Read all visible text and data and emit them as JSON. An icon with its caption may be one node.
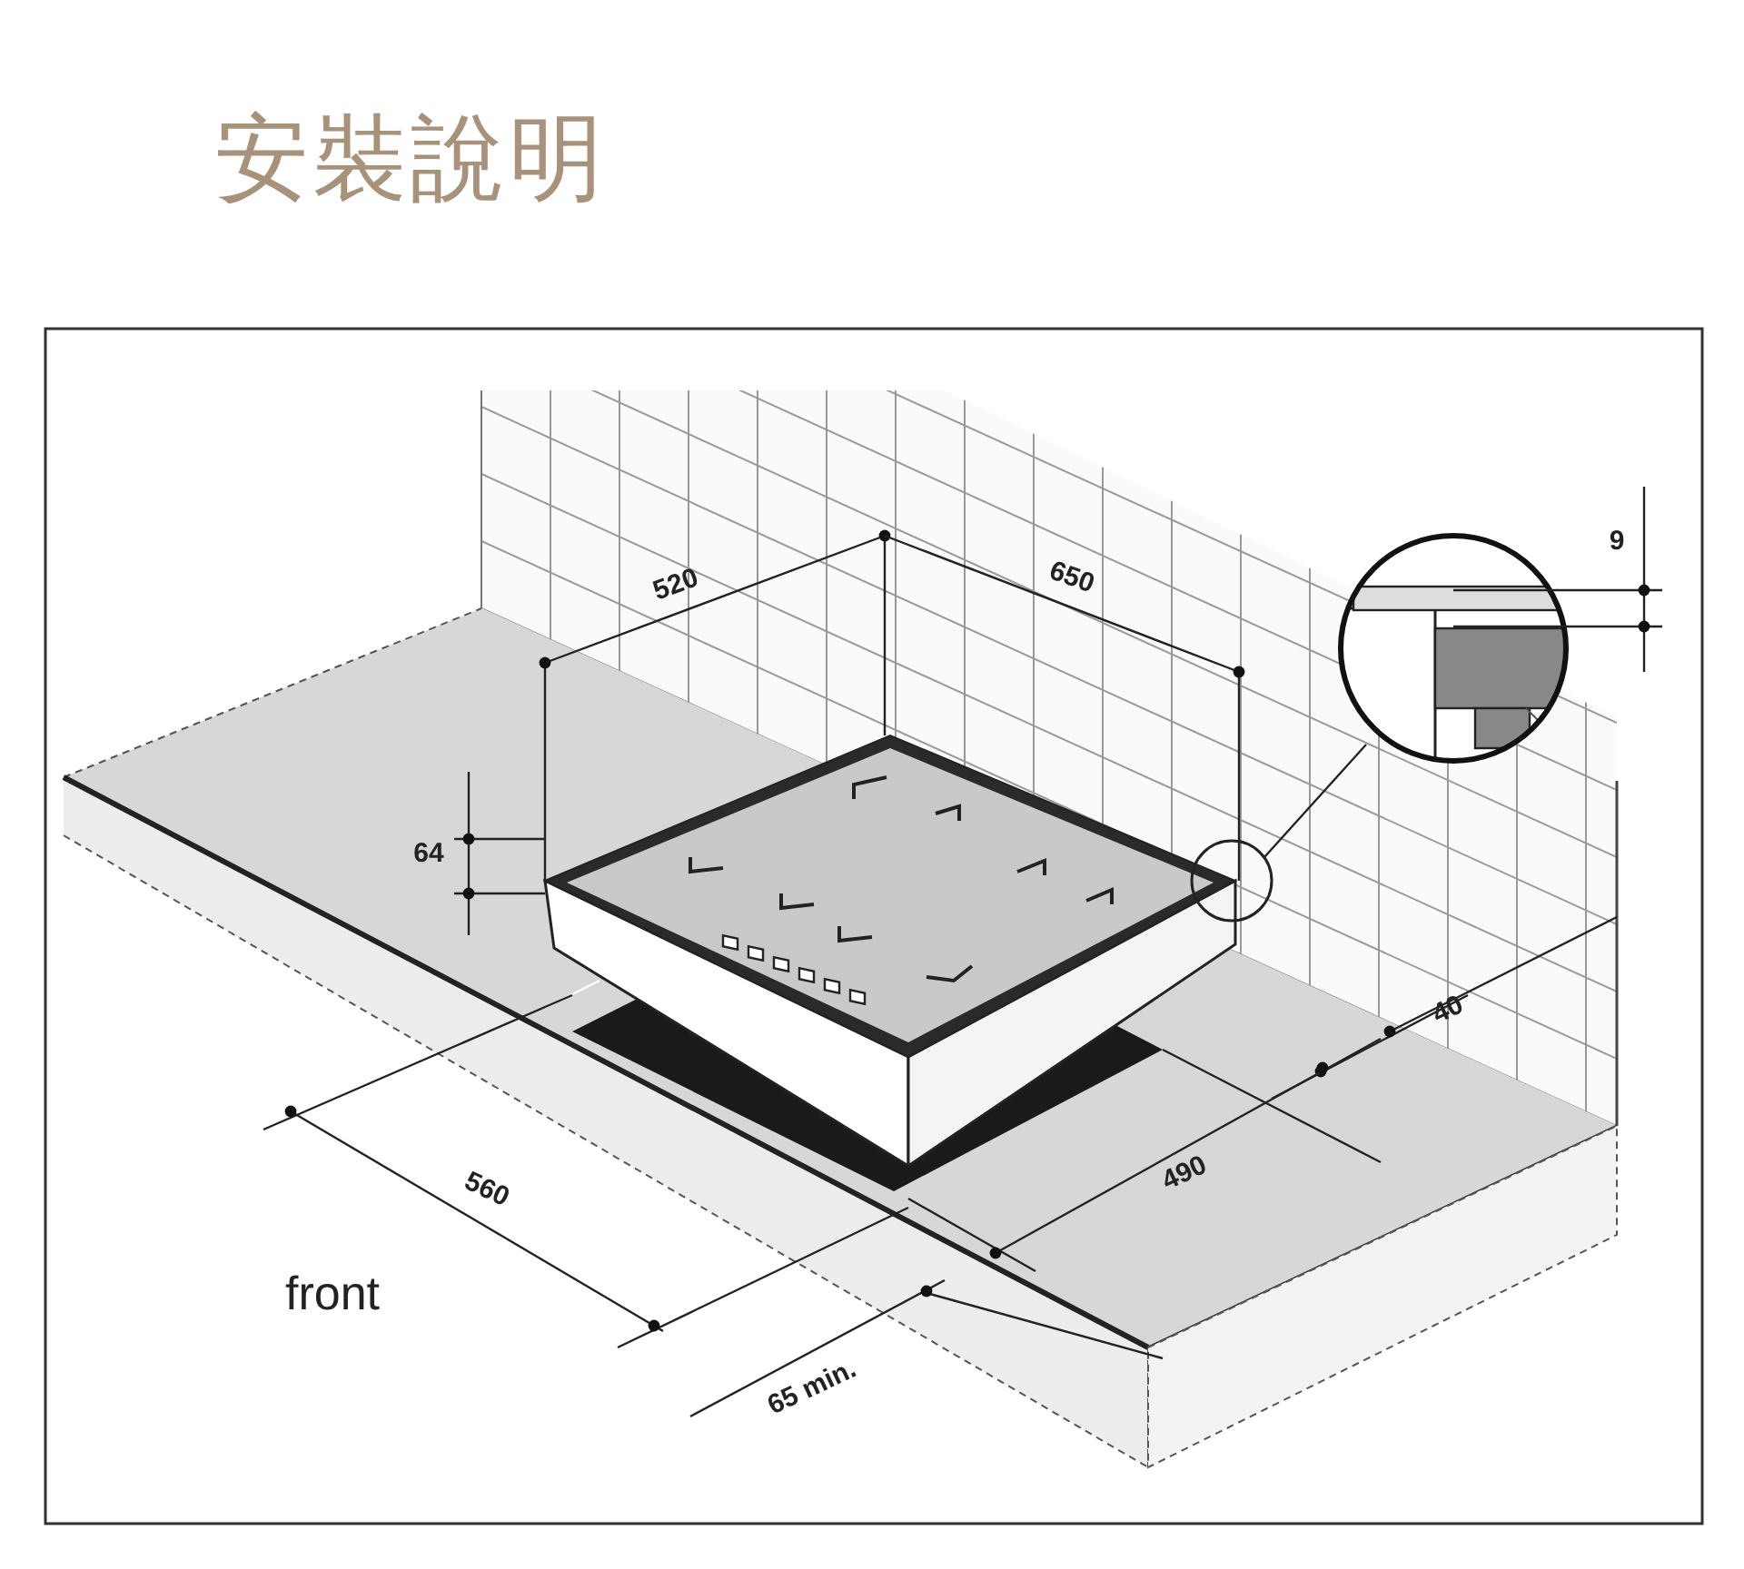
{
  "diagram": {
    "title": "安裝說明",
    "labels": [
      "520",
      "650",
      "9",
      "64",
      "40",
      "560",
      "490",
      "front",
      "65 min."
    ]
  }
}
